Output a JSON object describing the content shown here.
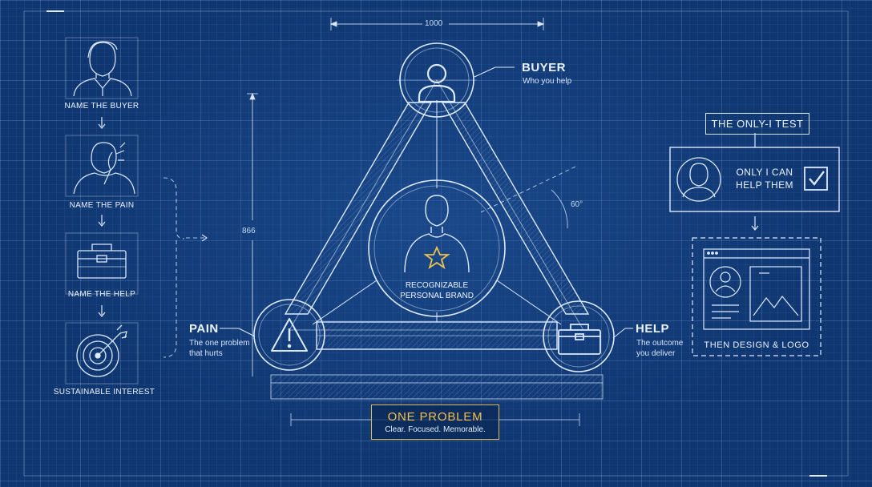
{
  "dimensions": {
    "width": "1000",
    "height": "866",
    "angle": "60°"
  },
  "vertices": {
    "buyer": {
      "title": "BUYER",
      "subtitle": "Who you help",
      "icon": "user-icon"
    },
    "pain": {
      "title": "PAIN",
      "subtitle": "The one problem\nthat hurts",
      "icon": "warning-icon"
    },
    "help": {
      "title": "HELP",
      "subtitle": "The outcome\nyou deliver",
      "icon": "toolbox-icon"
    }
  },
  "center": {
    "label": "RECOGNIZABLE\nPERSONAL BRAND",
    "icon": "person-star-icon"
  },
  "steps": [
    {
      "label": "NAME THE BUYER",
      "icon": "man-icon"
    },
    {
      "label": "NAME THE PAIN",
      "icon": "stressed-man-icon"
    },
    {
      "label": "NAME THE HELP",
      "icon": "toolbox-icon"
    },
    {
      "label": "SUSTAINABLE INTEREST",
      "icon": "target-icon"
    }
  ],
  "only_i_test": {
    "title": "THE ONLY-I TEST",
    "statement": "ONLY I CAN\nHELP THEM",
    "result": "THEN DESIGN & LOGO"
  },
  "footer": {
    "title": "ONE PROBLEM",
    "subtitle": "Clear. Focused. Memorable."
  },
  "colors": {
    "background": "#0f3670",
    "line": "#dce9ff",
    "accent": "#f0c04a"
  }
}
